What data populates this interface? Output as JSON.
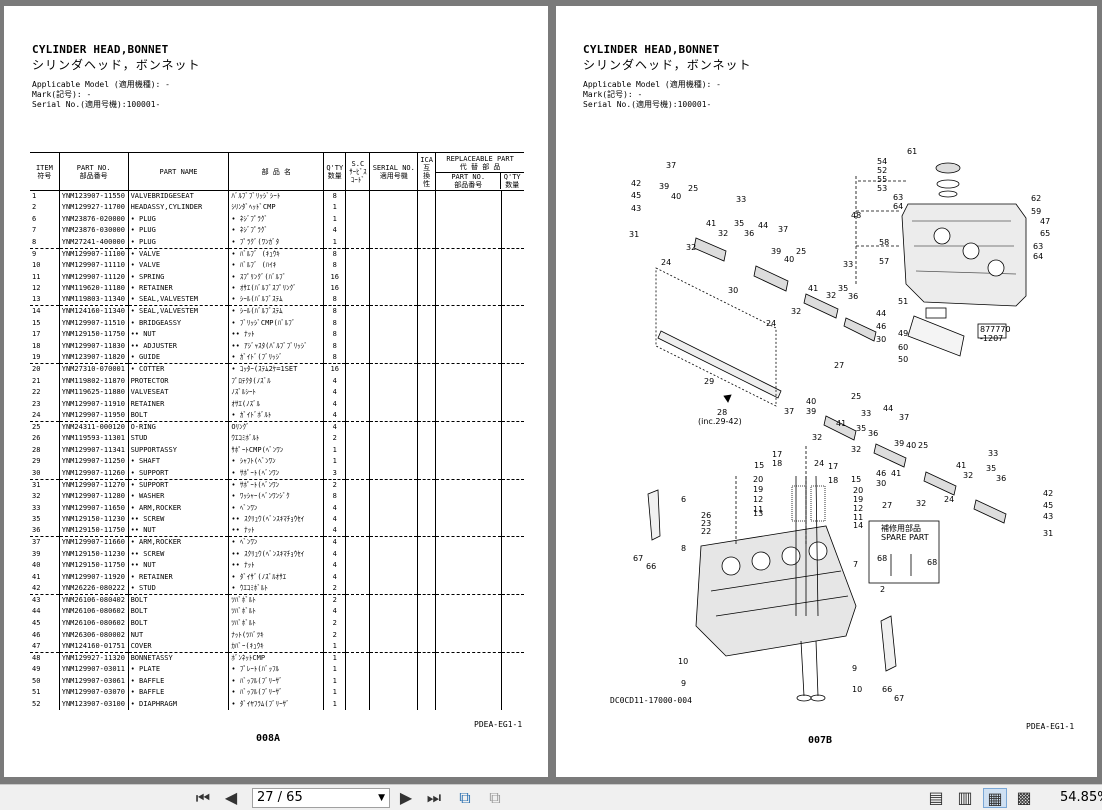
{
  "left_page": {
    "title_en": "CYLINDER HEAD,BONNET",
    "title_jp": "シリンダヘッド，ボンネット",
    "applicable_model": "Applicable Model (適用機種): -",
    "mark": "Mark(記号): -",
    "serial_no": "Serial No.(適用号機):100001-",
    "headers": {
      "item": "ITEM\n符号",
      "part_no": "PART NO.\n部品番号",
      "part_name": "PART NAME",
      "jp_name": "部 品 名",
      "qty": "Q'TY\n数量",
      "sc": "S.C\nｻｰﾋﾞｽ\nｺｰﾄﾞ",
      "serial": "SERIAL NO.\n適用号機",
      "ica": "ICA\n互\n換\n性",
      "replaceable": "REPLACEABLE PART\n代 替 部 品",
      "rep_part_no": "PART NO.\n部品番号",
      "rep_qty": "Q'TY\n数量"
    },
    "rows": [
      {
        "item": "1",
        "part_no": "YNM123907-11550",
        "name": "VALVEBRIDGESEAT",
        "jp": "ﾊﾞﾙﾌﾞﾌﾞﾘｯｼﾞｼｰﾄ",
        "qty": "8",
        "sep": false
      },
      {
        "item": "2",
        "part_no": "YNM129927-11700",
        "name": "HEADASSY,CYLINDER",
        "jp": "ｼﾘﾝﾀﾞﾍｯﾄﾞCMP",
        "qty": "1",
        "sep": false
      },
      {
        "item": "6",
        "part_no": "YNM23876-020000",
        "name": "• PLUG",
        "jp": "• ﾈｼﾞﾌﾟﾗｸﾞ",
        "qty": "1",
        "sep": false
      },
      {
        "item": "7",
        "part_no": "YNM23876-030000",
        "name": "• PLUG",
        "jp": "• ﾈｼﾞﾌﾟﾗｸﾞ",
        "qty": "4",
        "sep": false
      },
      {
        "item": "8",
        "part_no": "YNM27241-400000",
        "name": "• PLUG",
        "jp": "• ﾌﾟﾗｸﾞ(ﾜﾝｶﾞﾀ",
        "qty": "1",
        "sep": true
      },
      {
        "item": "9",
        "part_no": "YNM129907-11100",
        "name": "• VALVE",
        "jp": "• ﾊﾞﾙﾌﾞ (ｷｭｳｷ",
        "qty": "8",
        "sep": false
      },
      {
        "item": "10",
        "part_no": "YNM129907-11110",
        "name": "• VALVE",
        "jp": "• ﾊﾞﾙﾌﾞ (ﾊｲｷ",
        "qty": "8",
        "sep": false
      },
      {
        "item": "11",
        "part_no": "YNM129907-11120",
        "name": "• SPRING",
        "jp": "• ｽﾌﾟﾘﾝｸﾞ(ﾊﾞﾙﾌﾞ",
        "qty": "16",
        "sep": false
      },
      {
        "item": "12",
        "part_no": "YNM119620-11180",
        "name": "• RETAINER",
        "jp": "• ｵｻｴ(ﾊﾞﾙﾌﾞｽﾌﾟﾘﾝｸﾞ",
        "qty": "16",
        "sep": false
      },
      {
        "item": "13",
        "part_no": "YNM119803-11340",
        "name": "• SEAL,VALVESTEM",
        "jp": "• ｼｰﾙ(ﾊﾞﾙﾌﾞｽﾃﾑ",
        "qty": "8",
        "sep": true
      },
      {
        "item": "14",
        "part_no": "YNM124160-11340",
        "name": "• SEAL,VALVESTEM",
        "jp": "• ｼｰﾙ(ﾊﾞﾙﾌﾞｽﾃﾑ",
        "qty": "8",
        "sep": false
      },
      {
        "item": "15",
        "part_no": "YNM129907-11510",
        "name": "• BRIDGEASSY",
        "jp": "• ﾌﾞﾘｯｼﾞCMP(ﾊﾞﾙﾌﾞ",
        "qty": "8",
        "sep": false
      },
      {
        "item": "17",
        "part_no": "YNM129150-11750",
        "name": "•• NUT",
        "jp": "•• ﾅｯﾄ",
        "qty": "8",
        "sep": false
      },
      {
        "item": "18",
        "part_no": "YNM129907-11830",
        "name": "•• ADJUSTER",
        "jp": "•• ｱｼﾞｬｽﾀ(ﾊﾞﾙﾌﾞﾌﾞﾘｯｼﾞ",
        "qty": "8",
        "sep": false
      },
      {
        "item": "19",
        "part_no": "YNM123907-11820",
        "name": "• GUIDE",
        "jp": "• ｶﾞｲﾄﾞ(ﾌﾞﾘｯｼﾞ",
        "qty": "8",
        "sep": true
      },
      {
        "item": "20",
        "part_no": "YNM27310-070001",
        "name": "• COTTER",
        "jp": "• ｺｯﾀｰ(ｽﾃﾑ2ｹ=1SET",
        "qty": "16",
        "sep": false
      },
      {
        "item": "21",
        "part_no": "YNM119802-11870",
        "name": "PROTECTOR",
        "jp": "ﾌﾟﾛﾃｸﾀ(ﾉｽﾞﾙ",
        "qty": "4",
        "sep": false
      },
      {
        "item": "22",
        "part_no": "YNM119625-11880",
        "name": "VALVESEAT",
        "jp": "ﾉｽﾞﾙｼｰﾄ",
        "qty": "4",
        "sep": false
      },
      {
        "item": "23",
        "part_no": "YNM129907-11910",
        "name": "RETAINER",
        "jp": "ｵｻｴ(ﾉｽﾞﾙ",
        "qty": "4",
        "sep": false
      },
      {
        "item": "24",
        "part_no": "YNM129907-11950",
        "name": "BOLT",
        "jp": "• ｶﾞｲﾄﾞﾎﾞﾙﾄ",
        "qty": "4",
        "sep": true
      },
      {
        "item": "25",
        "part_no": "YNM24311-000120",
        "name": "O-RING",
        "jp": "Oﾘﾝｸﾞ",
        "qty": "4",
        "sep": false
      },
      {
        "item": "26",
        "part_no": "YNM119593-11301",
        "name": "STUD",
        "jp": "ｳｴｺﾐﾎﾞﾙﾄ",
        "qty": "2",
        "sep": false
      },
      {
        "item": "28",
        "part_no": "YNM129907-11341",
        "name": "SUPPORTASSY",
        "jp": "ｻﾎﾟｰﾄCMP(ﾍﾞﾝﾜﾝ",
        "qty": "1",
        "sep": false
      },
      {
        "item": "29",
        "part_no": "YNM129907-11250",
        "name": "• SHAFT",
        "jp": "• ｼｬﾌﾄ(ﾍﾞﾝﾜﾝ",
        "qty": "1",
        "sep": false
      },
      {
        "item": "30",
        "part_no": "YNM129907-11260",
        "name": "• SUPPORT",
        "jp": "• ｻﾎﾟｰﾄ(ﾍﾞﾝﾜﾝ",
        "qty": "3",
        "sep": true
      },
      {
        "item": "31",
        "part_no": "YNM129907-11270",
        "name": "• SUPPORT",
        "jp": "• ｻﾎﾟｰﾄ(ﾍﾞﾝﾜﾝ",
        "qty": "2",
        "sep": false
      },
      {
        "item": "32",
        "part_no": "YNM129907-11280",
        "name": "• WASHER",
        "jp": "• ﾜｯｼｬｰ(ﾍﾞﾝﾜﾝｼﾞｸ",
        "qty": "8",
        "sep": false
      },
      {
        "item": "33",
        "part_no": "YNM129907-11650",
        "name": "• ARM,ROCKER",
        "jp": "• ﾍﾞﾝﾜﾝ",
        "qty": "4",
        "sep": false
      },
      {
        "item": "35",
        "part_no": "YNM129150-11230",
        "name": "•• SCREW",
        "jp": "•• ｽｸﾘｭｳ(ﾍﾞﾝｽｷﾏﾁｮｳｾｲ",
        "qty": "4",
        "sep": false
      },
      {
        "item": "36",
        "part_no": "YNM129150-11750",
        "name": "•• NUT",
        "jp": "•• ﾅｯﾄ",
        "qty": "4",
        "sep": true
      },
      {
        "item": "37",
        "part_no": "YNM129907-11660",
        "name": "• ARM,ROCKER",
        "jp": "• ﾍﾞﾝﾜﾝ",
        "qty": "4",
        "sep": false
      },
      {
        "item": "39",
        "part_no": "YNM129150-11230",
        "name": "•• SCREW",
        "jp": "•• ｽｸﾘｭｳ(ﾍﾞﾝｽｷﾏﾁｮｳｾｲ",
        "qty": "4",
        "sep": false
      },
      {
        "item": "40",
        "part_no": "YNM129150-11750",
        "name": "•• NUT",
        "jp": "•• ﾅｯﾄ",
        "qty": "4",
        "sep": false
      },
      {
        "item": "41",
        "part_no": "YNM129907-11920",
        "name": "• RETAINER",
        "jp": "• ﾀﾞｲｻﾞ(ﾉｽﾞﾙｵｻｴ",
        "qty": "4",
        "sep": false
      },
      {
        "item": "42",
        "part_no": "YNM26226-080222",
        "name": "• STUD",
        "jp": "• ｳｴｺﾐﾎﾞﾙﾄ",
        "qty": "2",
        "sep": true
      },
      {
        "item": "43",
        "part_no": "YNM26106-080402",
        "name": "BOLT",
        "jp": "ﾂﾊﾞﾎﾞﾙﾄ",
        "qty": "2",
        "sep": false
      },
      {
        "item": "44",
        "part_no": "YNM26106-080602",
        "name": "BOLT",
        "jp": "ﾂﾊﾞﾎﾞﾙﾄ",
        "qty": "4",
        "sep": false
      },
      {
        "item": "45",
        "part_no": "YNM26106-080602",
        "name": "BOLT",
        "jp": "ﾂﾊﾞﾎﾞﾙﾄ",
        "qty": "2",
        "sep": false
      },
      {
        "item": "46",
        "part_no": "YNM26306-080002",
        "name": "NUT",
        "jp": "ﾅｯﾄ(ﾂﾊﾞﾂｷ",
        "qty": "2",
        "sep": false
      },
      {
        "item": "47",
        "part_no": "YNM124160-01751",
        "name": "COVER",
        "jp": "ｶﾊﾞｰ(ｷｭｳｷ",
        "qty": "1",
        "sep": true
      },
      {
        "item": "48",
        "part_no": "YNM129927-11320",
        "name": "BONNETASSY",
        "jp": "ﾎﾞﾝﾈｯﾄCMP",
        "qty": "1",
        "sep": false
      },
      {
        "item": "49",
        "part_no": "YNM129907-03011",
        "name": "• PLATE",
        "jp": "• ﾌﾟﾚｰﾄ(ﾊﾞｯﾌﾙ",
        "qty": "1",
        "sep": false
      },
      {
        "item": "50",
        "part_no": "YNM129907-03061",
        "name": "• BAFFLE",
        "jp": "• ﾊﾞｯﾌﾙ(ﾌﾞﾘｰｻﾞ",
        "qty": "1",
        "sep": false
      },
      {
        "item": "51",
        "part_no": "YNM129907-03070",
        "name": "• BAFFLE",
        "jp": "• ﾊﾞｯﾌﾙ(ﾌﾞﾘｰｻﾞ",
        "qty": "1",
        "sep": false
      },
      {
        "item": "52",
        "part_no": "YNM123907-03100",
        "name": "• DIAPHRAGM",
        "jp": "• ﾀﾞｲﾔﾌﾗﾑ(ﾌﾞﾘｰｻﾞ",
        "qty": "1",
        "sep": false
      }
    ],
    "page_code": "PDEA-EG1-1",
    "page_number": "008A"
  },
  "right_page": {
    "title_en": "CYLINDER HEAD,BONNET",
    "title_jp": "シリンダヘッド，ボンネット",
    "applicable_model": "Applicable Model (適用機種): -",
    "mark": "Mark(記号): -",
    "serial_no": "Serial No.(適用号機):100001-",
    "diagram_code": "DC0CD11-17000-004",
    "spare_part_label": "補修用部品\nSPARE PART",
    "inc_label": "(inc.29-42)",
    "tag_label": "877770\n-1207",
    "page_code": "PDEA-EG1-1",
    "page_number": "007B"
  },
  "toolbar": {
    "page_display": "27 / 65",
    "zoom": "54.85%"
  }
}
